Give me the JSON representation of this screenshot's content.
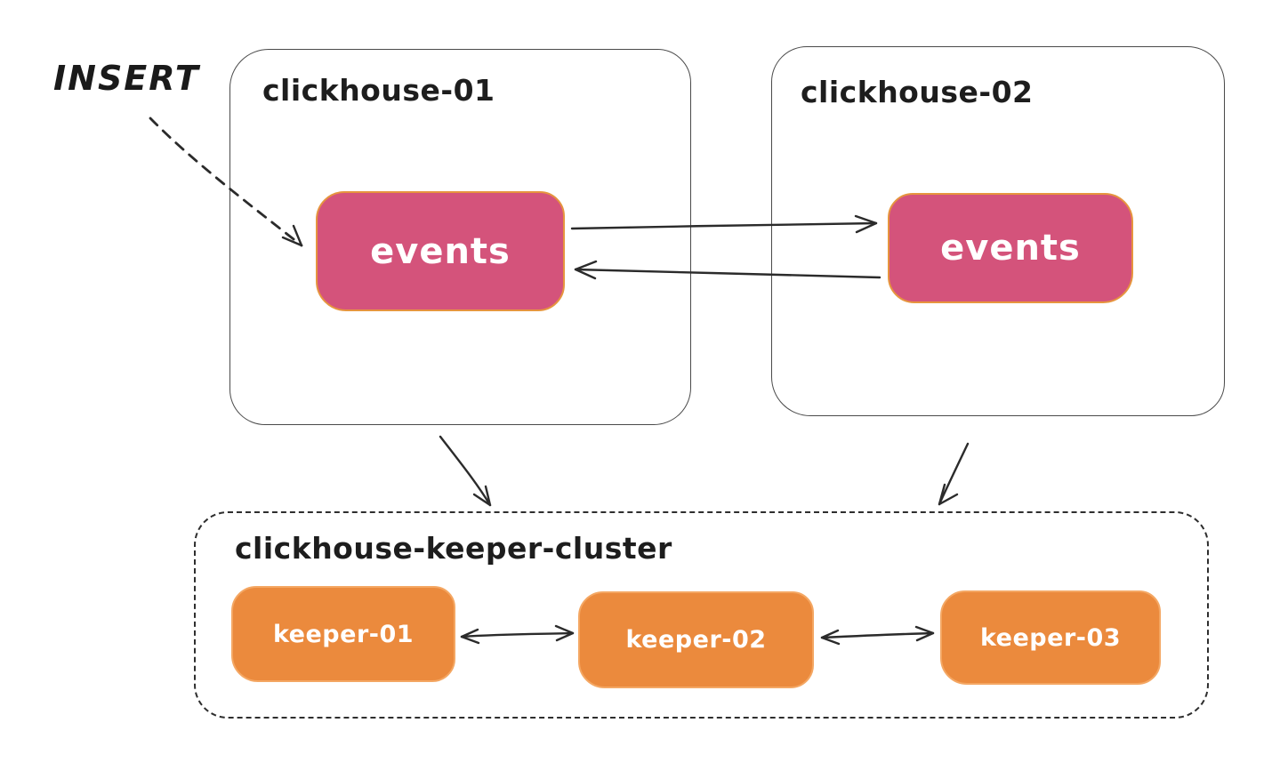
{
  "diagram": {
    "insert_label": "INSERT",
    "servers": [
      {
        "title": "clickhouse-01",
        "table": "events"
      },
      {
        "title": "clickhouse-02",
        "table": "events"
      }
    ],
    "keeper_cluster": {
      "title": "clickhouse-keeper-cluster",
      "nodes": [
        {
          "label": "keeper-01"
        },
        {
          "label": "keeper-02"
        },
        {
          "label": "keeper-03"
        }
      ]
    }
  },
  "colors": {
    "table_fill": "#d4537b",
    "table_border": "#e6953f",
    "keeper_fill": "#eb8a3d",
    "keeper_border": "#f4a763",
    "stroke": "#2b2b2b",
    "box_border": "#4a4a4a",
    "text_dark": "#1d1d1d",
    "text_light": "#ffffff",
    "background": "#ffffff"
  }
}
